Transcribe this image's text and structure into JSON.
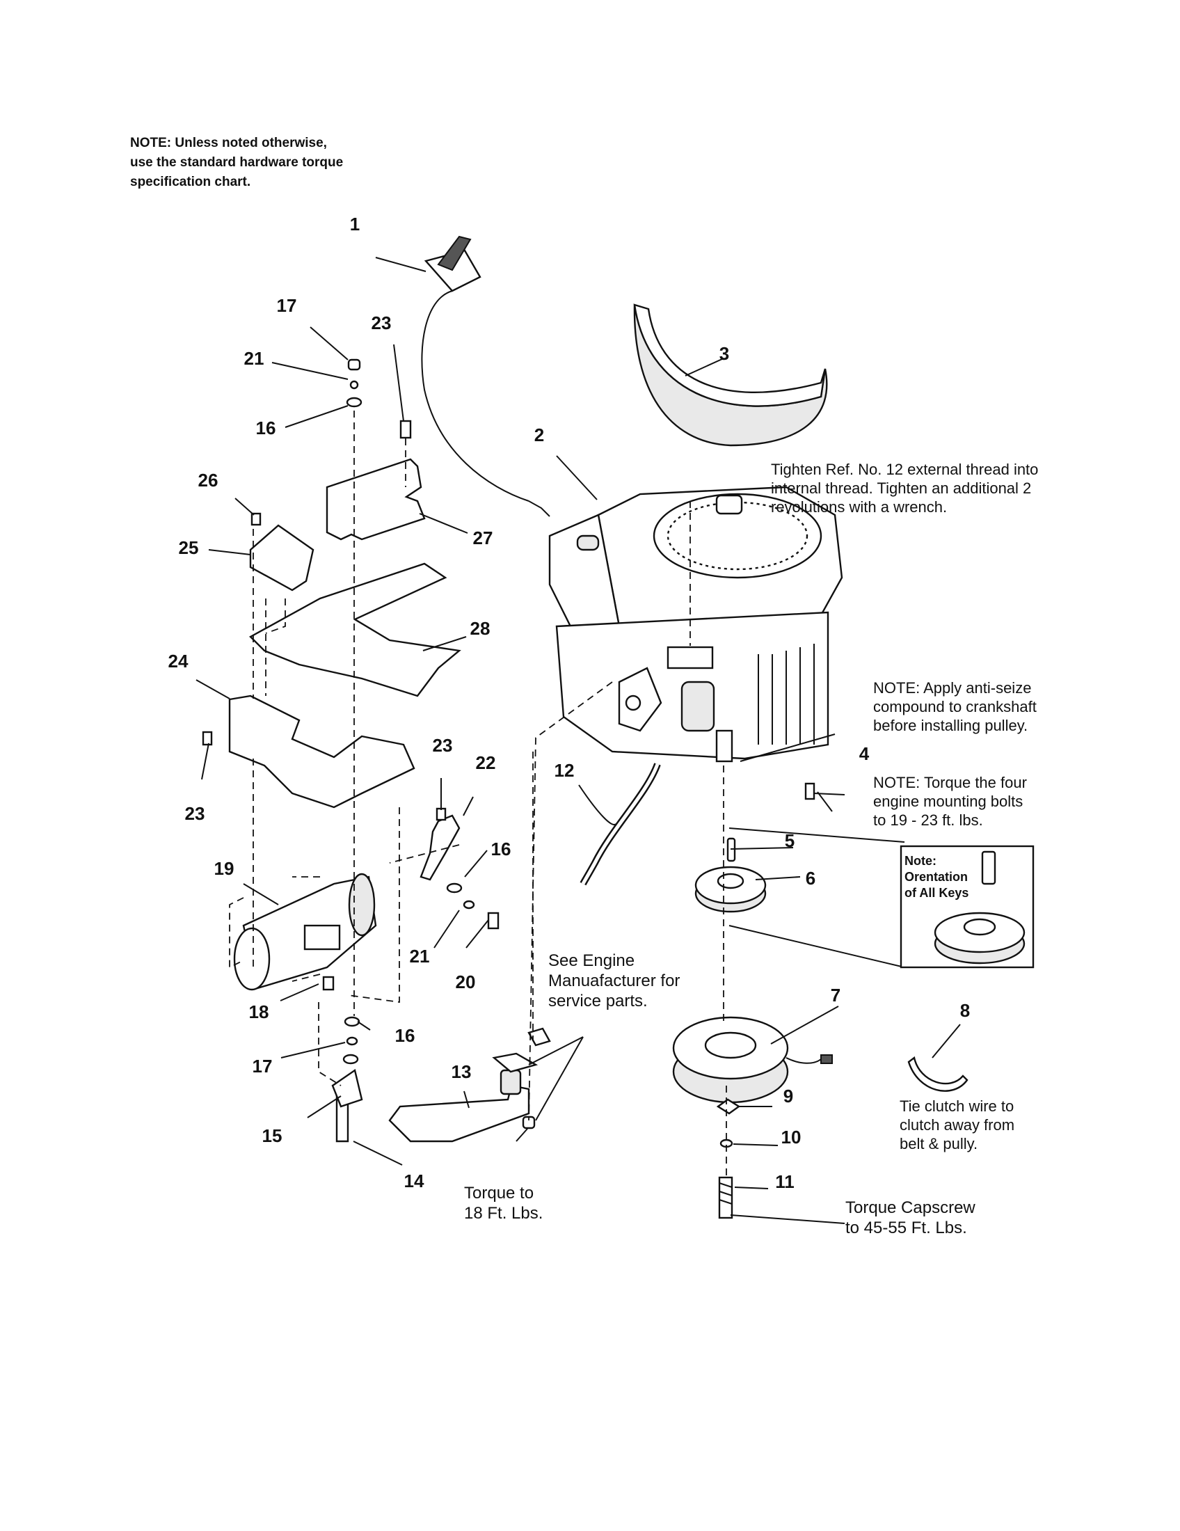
{
  "header_note": "NOTE: Unless noted otherwise,\nuse the standard hardware torque\nspecification chart.",
  "callouts": {
    "thread_note": "Tighten Ref. No. 12 external thread into\ninternal thread. Tighten an additional 2\nrevolutions with a wrench.",
    "antiseize_note": "NOTE: Apply anti-seize\ncompound to crankshaft\nbefore installing pulley.",
    "mount_torque_note": "NOTE: Torque the four\nengine mounting bolts\nto 19 - 23 ft. lbs.",
    "keys_note": "Note:\nOrentation\nof All Keys",
    "engine_mfr_note": "See Engine\nManuafacturer for\nservice parts.",
    "tie_clutch_note": "Tie clutch wire to\nclutch away from\nbelt & pully.",
    "torque_18_note": "Torque to\n18 Ft. Lbs.",
    "capscrew_note": "Torque Capscrew\nto 45-55 Ft. Lbs."
  },
  "part_numbers": [
    "1",
    "2",
    "3",
    "4",
    "5",
    "6",
    "7",
    "8",
    "9",
    "10",
    "11",
    "12",
    "13",
    "14",
    "15",
    "16",
    "16",
    "16",
    "17",
    "17",
    "18",
    "19",
    "20",
    "21",
    "21",
    "22",
    "23",
    "23",
    "23",
    "24",
    "25",
    "26",
    "27",
    "28"
  ]
}
